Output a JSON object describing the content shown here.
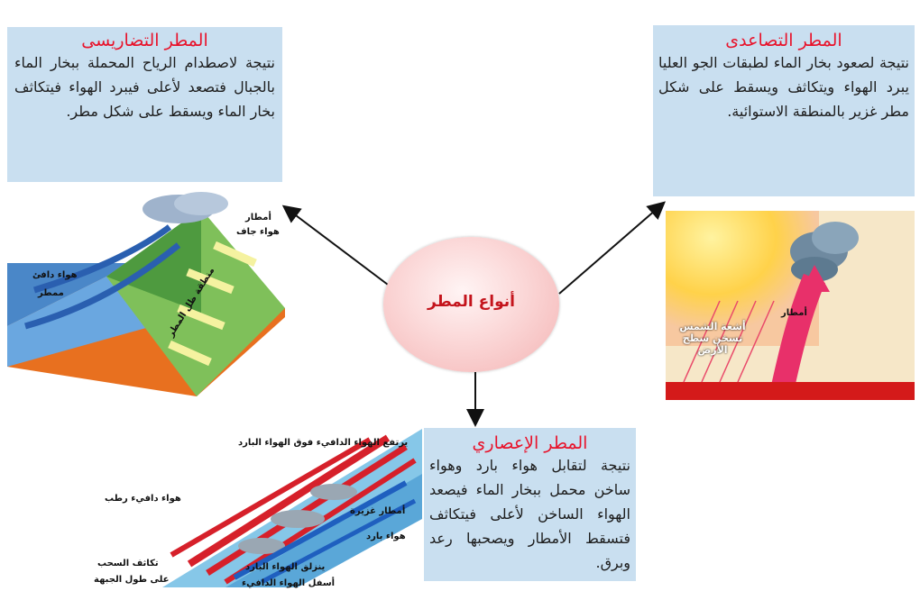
{
  "center": {
    "label": "أنواع المطر"
  },
  "orographic": {
    "title": "المطر التضاريسى",
    "text": "نتيجة لاصطدام الرياح المحملة ببخار الماء بالجبال فتصعد لأعلى فيبرد الهواء فيتكاثف بخار الماء ويسقط على شكل مطر."
  },
  "convectional": {
    "title": "المطر التصاعدى",
    "text": "نتيجة لصعود بخار الماء لطبقات الجو العليا يبرد الهواء ويتكاثف ويسقط على شكل مطر غزير بالمنطقة الاستوائية."
  },
  "frontal": {
    "title": "المطر الإعصاري",
    "text": "نتيجة لتقابل هواء بارد وهواء ساخن محمل ببخار الماء فيصعد الهواء الساخن لأعلى فيتكاثف فتسقط الأمطار ويصحبها رعد وبرق."
  },
  "oro_labels": {
    "rain": "أمطار",
    "dry_air": "هواء جاف",
    "warm_air": "هواء دافئ",
    "rainy": "ممطر",
    "shadow": "منطقة ظل المطر"
  },
  "conv_labels": {
    "sun": "أشعة الشمس تسخن سطح الأرض",
    "rain": "أمطار"
  },
  "front_labels": {
    "rises": "يرتفع الهواء الدافيء فوق الهواء البارد",
    "humid": "هواء دافيء رطب",
    "heavy": "أمطار غزيرة",
    "cold": "هواء بارد",
    "condense": "تكاثف السحب",
    "along": "على طول الجبهة",
    "slides": "ينزلق الهواء البارد",
    "below": "أسفل الهواء الدافيء"
  },
  "colors": {
    "title": "#e8132b",
    "box": "#c9dff0",
    "center_text": "#c4141c"
  }
}
